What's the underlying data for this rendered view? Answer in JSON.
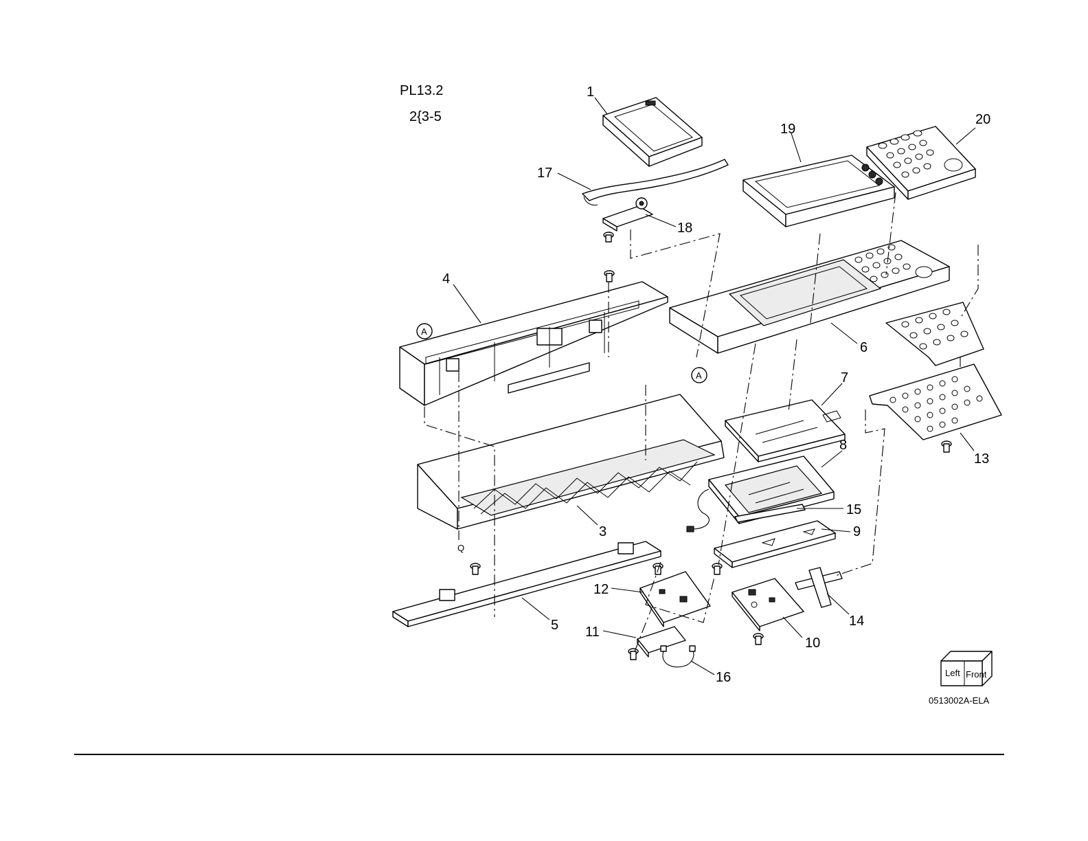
{
  "header": {
    "plate_id": "PL13.2",
    "subitem_range": "2{3-5"
  },
  "diagram": {
    "callouts": [
      "1",
      "3",
      "4",
      "5",
      "6",
      "7",
      "8",
      "9",
      "10",
      "11",
      "12",
      "13",
      "14",
      "15",
      "16",
      "17",
      "18",
      "19",
      "20"
    ],
    "connector_marks": [
      "A",
      "A",
      "Q"
    ],
    "orientation_cube": {
      "left_face": "Left",
      "front_face": "Front"
    },
    "figure_code": "0513002A-ELA"
  }
}
